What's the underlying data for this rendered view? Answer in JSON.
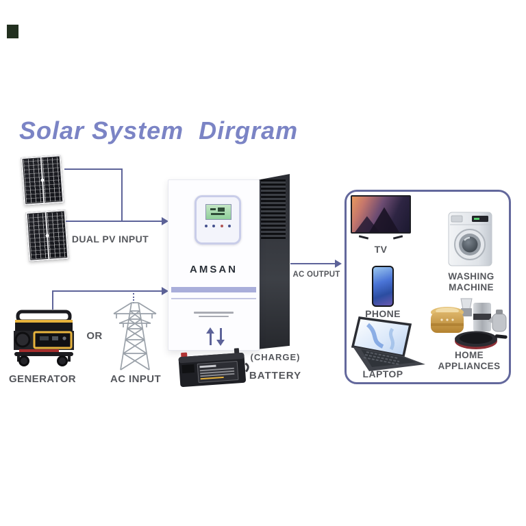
{
  "title": "Solar System  Dirgram",
  "colors": {
    "accent": "#5d6399",
    "title": "#7b84c5",
    "label": "#55575c",
    "box_border": "#63689c",
    "stripe": "#a9aeda",
    "brand_text": "#2a3038",
    "lcd_green": "#9ed3a4",
    "generator_yellow": "#e7b33c",
    "cooker_gold": "#c9993f",
    "corner_mark": "#22301f"
  },
  "inverter": {
    "brand": "AMSAN"
  },
  "labels": {
    "dual_pv_input": "DUAL PV INPUT",
    "generator": "GENERATOR",
    "or": "OR",
    "ac_input": "AC INPUT",
    "charge": "(CHARGE)",
    "battery": "BATTERY",
    "ac_output": "AC OUTPUT"
  },
  "outputs": {
    "tv": "TV",
    "phone": "PHONE",
    "laptop": "LAPTOP",
    "washing_machine": "WASHING MACHINE",
    "home_appliances": "HOME APPLIANCES"
  }
}
